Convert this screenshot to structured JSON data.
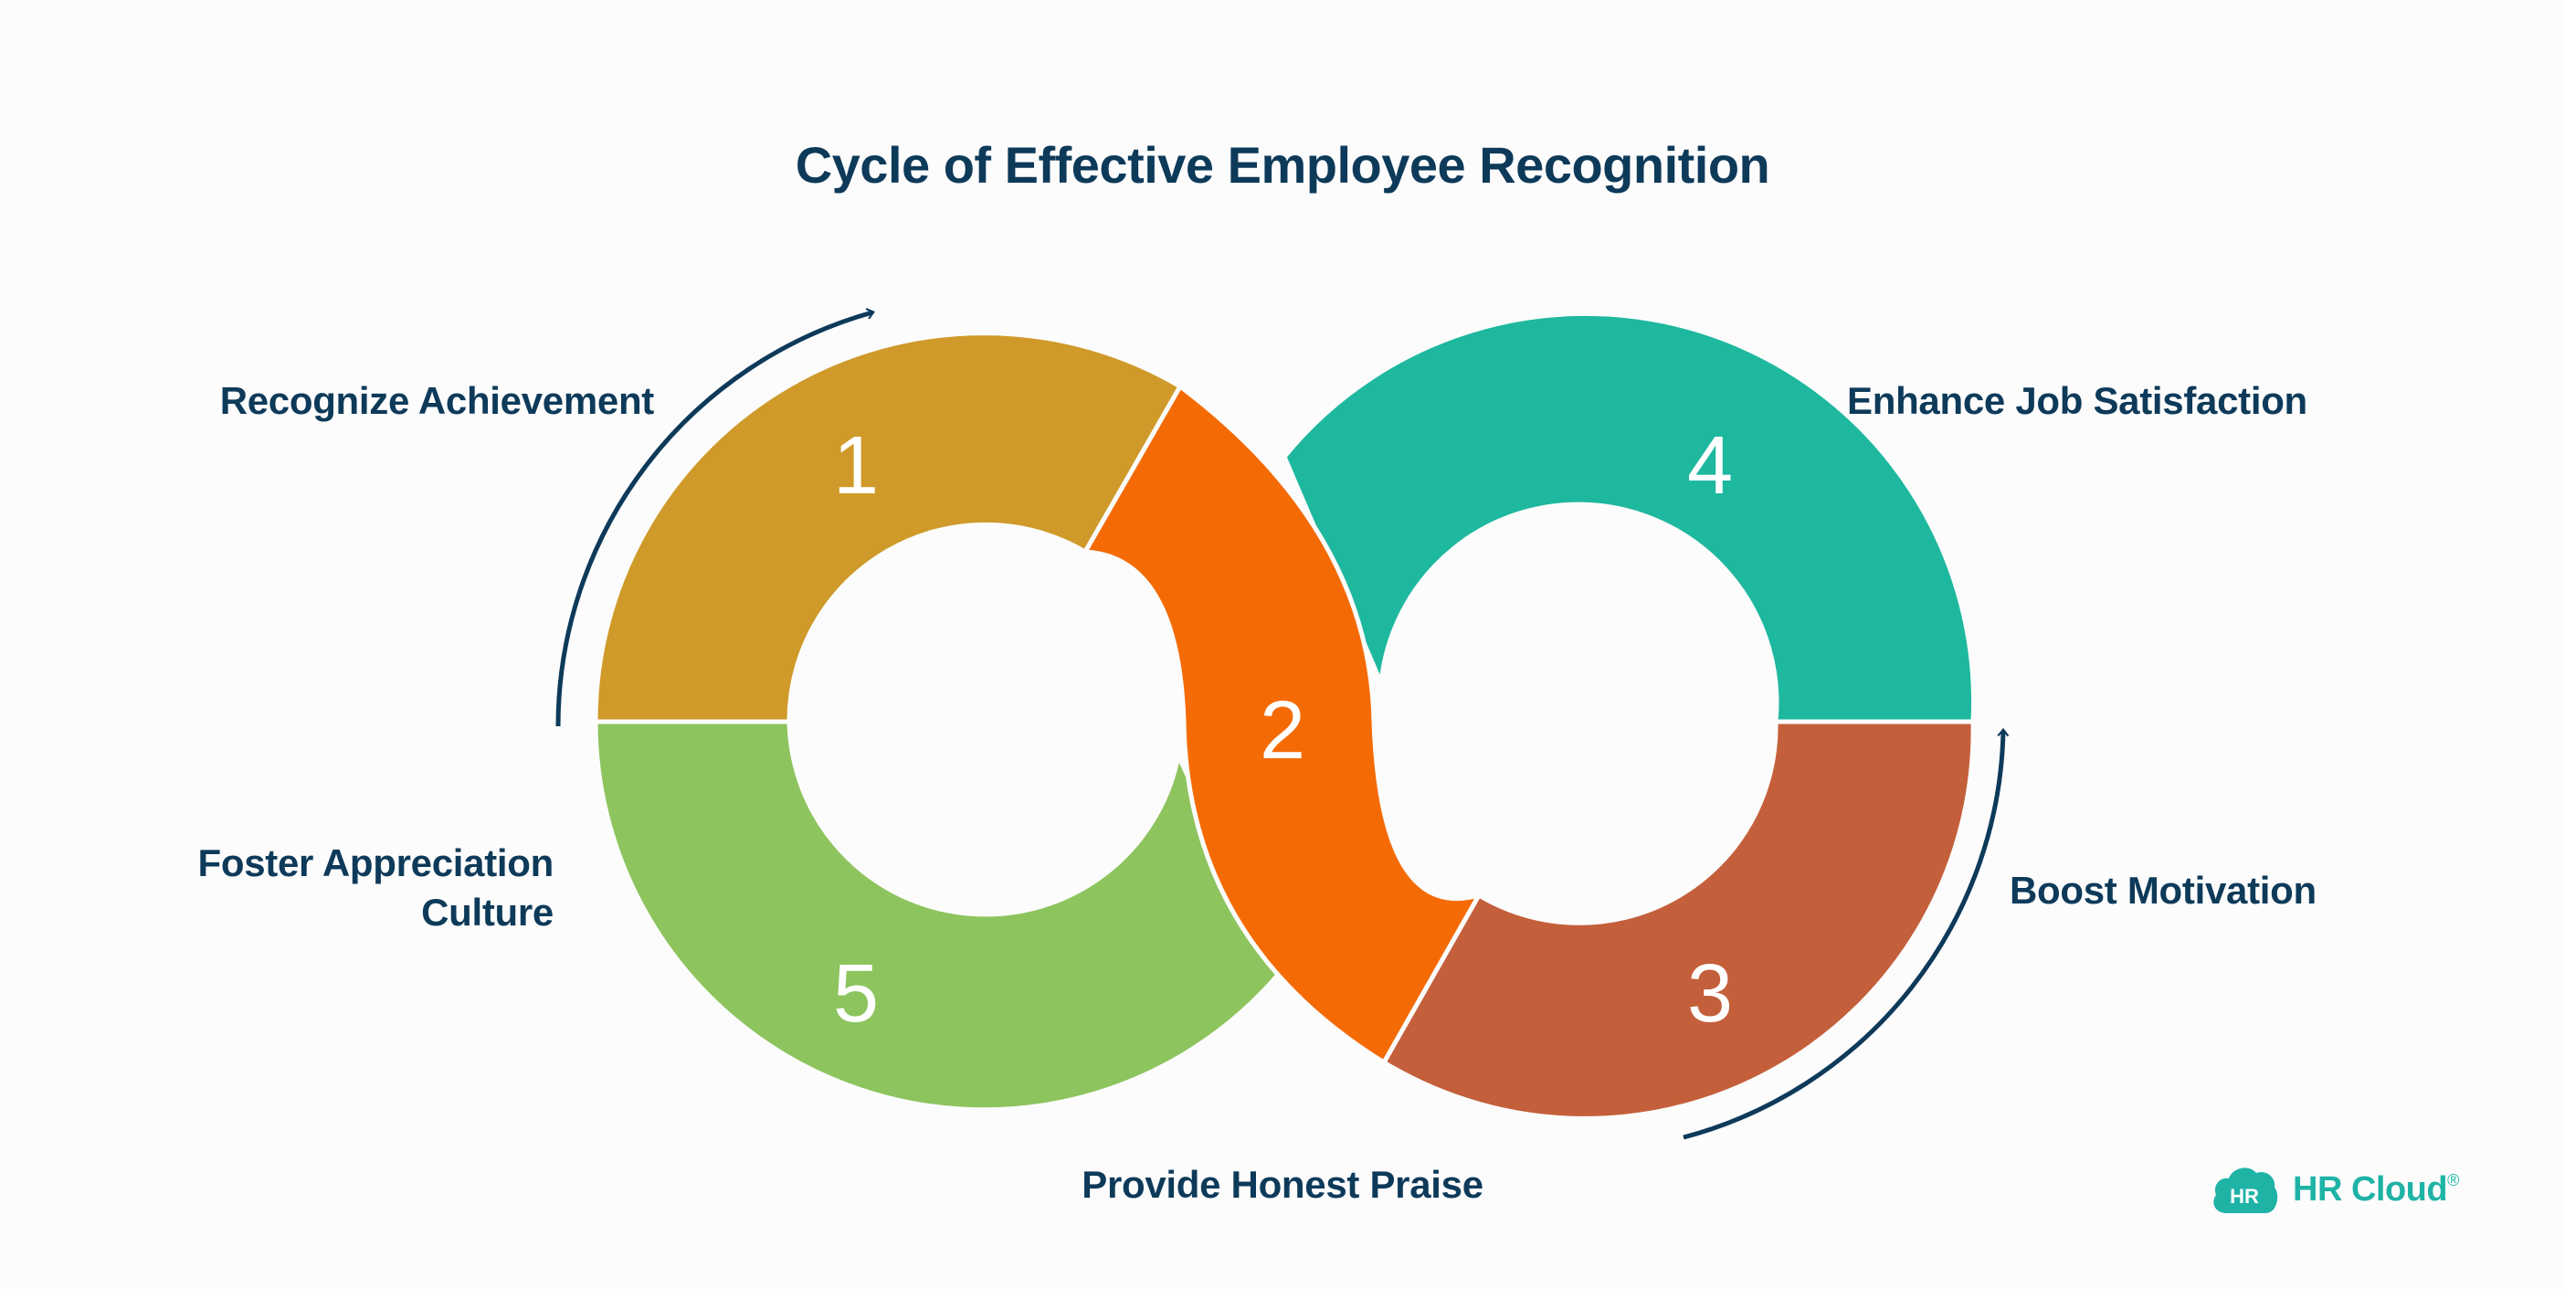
{
  "title": "Cycle of Effective Employee Recognition",
  "colors": {
    "segment_1": "#cf9a29",
    "segment_2": "#f46b06",
    "segment_3": "#c45f3b",
    "segment_4": "#1eb89f",
    "segment_5": "#8dc45e",
    "text": "#0e3a5a",
    "background": "#fcfcfc",
    "logo": "#1fb3a6"
  },
  "steps": [
    {
      "number": "1",
      "label": "Recognize Achievement"
    },
    {
      "number": "2",
      "label": "Provide Honest Praise"
    },
    {
      "number": "3",
      "label": "Boost Motivation"
    },
    {
      "number": "4",
      "label": "Enhance Job Satisfaction"
    },
    {
      "number": "5",
      "label_line1": "Foster Appreciation",
      "label_line2": "Culture"
    }
  ],
  "logo": {
    "badge": "HR",
    "text": "HR Cloud",
    "mark": "®"
  },
  "icons": [
    "cycle-arrow-icon",
    "cloud-logo-icon"
  ]
}
